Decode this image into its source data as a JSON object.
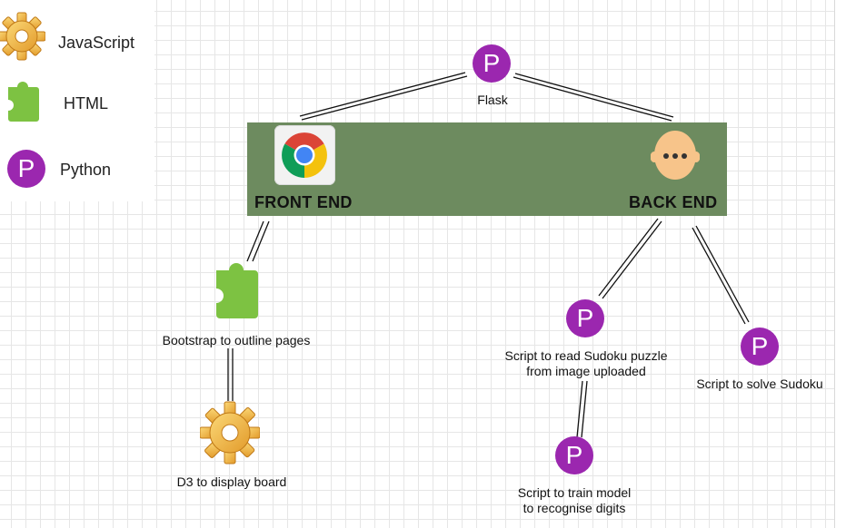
{
  "legend": {
    "items": [
      {
        "label": "JavaScript",
        "icon": "gear-icon"
      },
      {
        "label": "HTML",
        "icon": "puzzle-icon"
      },
      {
        "label": "Python",
        "icon": "python-p-icon"
      }
    ]
  },
  "nodes": {
    "flask": {
      "label": "Flask",
      "glyph": "P"
    },
    "front_end": {
      "label": "FRONT END",
      "icon": "chrome-icon"
    },
    "back_end": {
      "label": "BACK END",
      "icon": "person-icon"
    },
    "bootstrap": {
      "label": "Bootstrap to outline pages",
      "icon": "puzzle-icon"
    },
    "d3": {
      "label": "D3 to display board",
      "icon": "gear-icon"
    },
    "read_script": {
      "label_line1": "Script to read Sudoku puzzle",
      "label_line2": "from image uploaded",
      "glyph": "P"
    },
    "solve_script": {
      "label": "Script to solve Sudoku",
      "glyph": "P"
    },
    "train_script": {
      "label_line1": "Script to train model",
      "label_line2": "to recognise digits",
      "glyph": "P"
    }
  },
  "colors": {
    "python": "#9b27af",
    "html": "#7dc242",
    "javascript": "#f2b33d",
    "band": "#6d8b5f",
    "face": "#f7c48a"
  }
}
